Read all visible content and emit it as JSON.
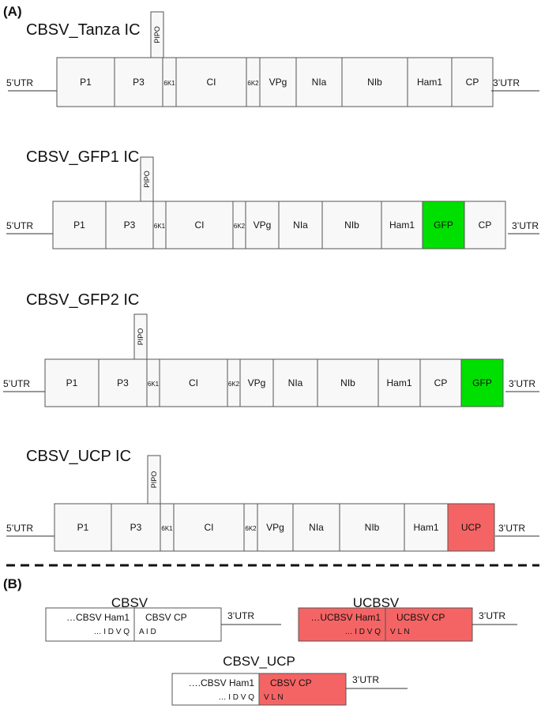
{
  "colors": {
    "segment_fill": "#f8f8f8",
    "stroke": "#555555",
    "gfp": "#00e000",
    "ucp": "#f56464"
  },
  "panel_a": {
    "label": "(A)"
  },
  "panel_b": {
    "label": "(B)"
  },
  "constructs": [
    {
      "title": "CBSV_Tanza IC",
      "utr5": "5’UTR",
      "utr3": "3’UTR",
      "pipo": "PIPO",
      "segments": [
        {
          "label": "P1"
        },
        {
          "label": "P3"
        },
        {
          "label": "6K1",
          "small": true
        },
        {
          "label": "CI"
        },
        {
          "label": "6K2",
          "small": true
        },
        {
          "label": "VPg"
        },
        {
          "label": "NIa"
        },
        {
          "label": "NIb"
        },
        {
          "label": "Ham1"
        },
        {
          "label": "CP"
        }
      ]
    },
    {
      "title": "CBSV_GFP1 IC",
      "utr5": "5’UTR",
      "utr3": "3’UTR",
      "pipo": "PIPO",
      "segments": [
        {
          "label": "P1"
        },
        {
          "label": "P3"
        },
        {
          "label": "6K1",
          "small": true
        },
        {
          "label": "CI"
        },
        {
          "label": "6K2",
          "small": true
        },
        {
          "label": "VPg"
        },
        {
          "label": "NIa"
        },
        {
          "label": "NIb"
        },
        {
          "label": "Ham1"
        },
        {
          "label": "GFP",
          "color": "gfp"
        },
        {
          "label": "CP"
        }
      ]
    },
    {
      "title": "CBSV_GFP2 IC",
      "utr5": "5’UTR",
      "utr3": "3’UTR",
      "pipo": "PIPO",
      "segments": [
        {
          "label": "P1"
        },
        {
          "label": "P3"
        },
        {
          "label": "6K1",
          "small": true
        },
        {
          "label": "CI"
        },
        {
          "label": "6K2",
          "small": true
        },
        {
          "label": "VPg"
        },
        {
          "label": "NIa"
        },
        {
          "label": "NIb"
        },
        {
          "label": "Ham1"
        },
        {
          "label": "CP"
        },
        {
          "label": "GFP",
          "color": "gfp"
        }
      ]
    },
    {
      "title": "CBSV_UCP IC",
      "utr5": "5’UTR",
      "utr3": "3’UTR",
      "pipo": "PIPO",
      "segments": [
        {
          "label": "P1"
        },
        {
          "label": "P3"
        },
        {
          "label": "6K1",
          "small": true
        },
        {
          "label": "CI"
        },
        {
          "label": "6K2",
          "small": true
        },
        {
          "label": "VPg"
        },
        {
          "label": "NIa"
        },
        {
          "label": "NIb"
        },
        {
          "label": "Ham1"
        },
        {
          "label": "UCP",
          "color": "ucp"
        }
      ]
    }
  ],
  "junctions": [
    {
      "title": "CBSV",
      "left": {
        "label": "…CBSV Ham1",
        "aa": "… I  D  V  Q"
      },
      "right": {
        "label": "CBSV CP",
        "aa": "A  I  D"
      },
      "utr3": "3’UTR",
      "left_color": "",
      "right_color": ""
    },
    {
      "title": "UCBSV",
      "left": {
        "label": "…UCBSV Ham1",
        "aa": "… I  D  V  Q"
      },
      "right": {
        "label": "UCBSV CP",
        "aa": "V  L  N"
      },
      "utr3": "3’UTR",
      "left_color": "ucp",
      "right_color": "ucp"
    },
    {
      "title": "CBSV_UCP",
      "left": {
        "label": "….CBSV Ham1",
        "aa": "… I  D  V  Q"
      },
      "right": {
        "label": "CBSV CP",
        "aa": "V  L  N"
      },
      "utr3": "3’UTR",
      "left_color": "",
      "right_color": "ucp"
    }
  ]
}
